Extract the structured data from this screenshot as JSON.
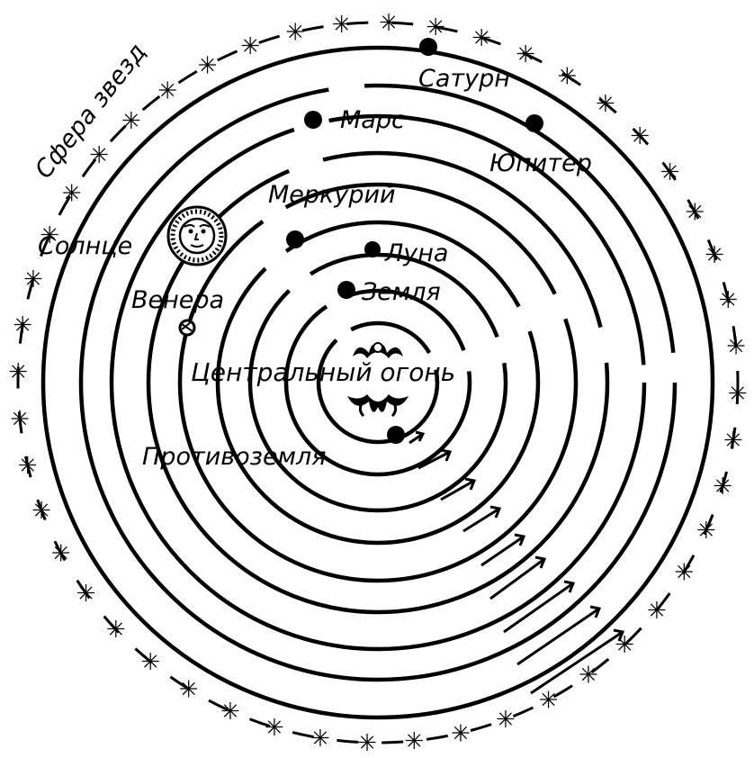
{
  "labels": {
    "sphere_of_stars": "Сфера звезд",
    "saturn": "Сатурн",
    "mars": "Марс",
    "jupiter": "Юпитер",
    "mercury": "Меркурий",
    "sun": "Солнце",
    "moon": "Луна",
    "earth": "Земля",
    "venus": "Венера",
    "central_fire": "Центральный огонь",
    "counter_earth": "Противоземля"
  },
  "icons": {
    "sun": "sun-face-icon",
    "central_fire": "flame-icon",
    "star": "asterisk-star-icon"
  },
  "colors": {
    "ink": "#000000",
    "paper": "#ffffff"
  }
}
